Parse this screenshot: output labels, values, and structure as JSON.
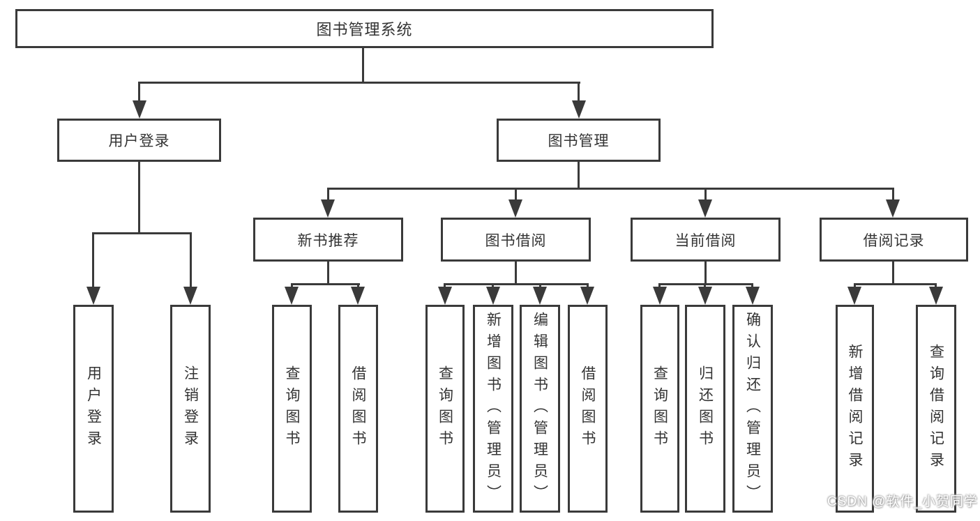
{
  "diagram_title": "图书管理系统",
  "nodes": {
    "root": "图书管理系统",
    "level2": [
      {
        "label": "用户登录"
      },
      {
        "label": "图书管理"
      }
    ],
    "level3": [
      {
        "label": "新书推荐"
      },
      {
        "label": "图书借阅"
      },
      {
        "label": "当前借阅"
      },
      {
        "label": "借阅记录"
      }
    ],
    "leaf_groups": [
      {
        "parent": "用户登录",
        "items": [
          "用户登录",
          "注销登录"
        ]
      },
      {
        "parent": "新书推荐",
        "items": [
          "查询图书",
          "借阅图书"
        ]
      },
      {
        "parent": "图书借阅",
        "items": [
          "查询图书",
          "新增图书（管理员）",
          "编辑图书（管理员）",
          "借阅图书"
        ]
      },
      {
        "parent": "当前借阅",
        "items": [
          "查询图书",
          "归还图书",
          "确认归还（管理员）"
        ]
      },
      {
        "parent": "借阅记录",
        "items": [
          "新增借阅记录",
          "查询借阅记录"
        ]
      }
    ]
  },
  "watermark": {
    "text": "CSDN @软件_小贺同学"
  },
  "colors": {
    "line": "#3a3a3a",
    "box_border": "#3a3a3a",
    "text": "#333333",
    "background": "#ffffff",
    "watermark_text": "#ffffff"
  }
}
